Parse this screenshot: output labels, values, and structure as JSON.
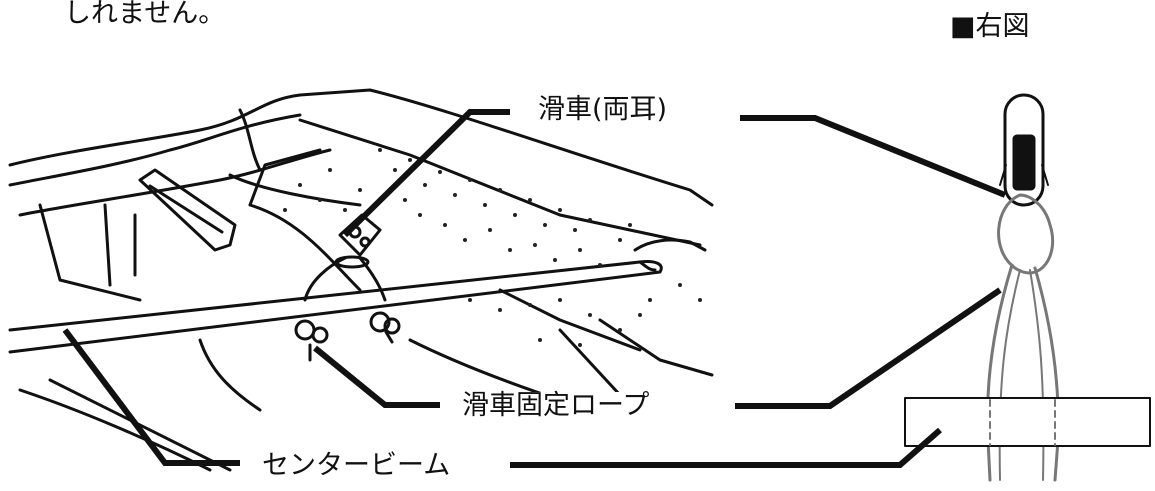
{
  "top_text": "しれません。",
  "right_figure_title": "■右図",
  "labels": {
    "pulley": "滑車(両耳)",
    "pulley_rope": "滑車固定ロープ",
    "center_beam": "センタービーム"
  },
  "colors": {
    "ink": "#111111",
    "rope": "#777777",
    "speckle": "#222222"
  }
}
